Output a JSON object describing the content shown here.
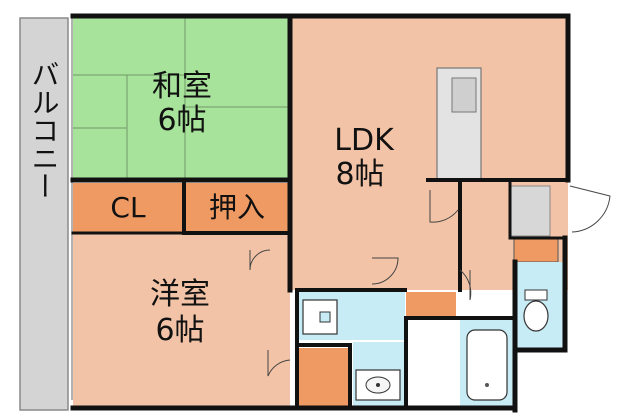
{
  "colors": {
    "balcony": "#d4d4d4",
    "washitsu": "#a7e39a",
    "wood": "#f2c3a6",
    "storage": "#ef9a62",
    "water": "#c7ecf5",
    "wall": "#111111",
    "grey_fixture": "#d7d7d7"
  },
  "rooms": {
    "balcony": {
      "label": "バルコニー",
      "icon": "balcony-area"
    },
    "washitsu": {
      "label": "和室",
      "size": "6帖"
    },
    "ldk": {
      "label": "LDK",
      "size": "8帖"
    },
    "closet": {
      "label": "CL"
    },
    "oshiire": {
      "label": "押入"
    },
    "yoshitsu": {
      "label": "洋室",
      "size": "6帖"
    }
  },
  "fixtures": {
    "kitchen": "kitchen-counter-icon",
    "toilet": "toilet-icon",
    "bathtub": "bathtub-icon",
    "sink": "washbasin-icon",
    "washer": "washing-machine-icon"
  }
}
